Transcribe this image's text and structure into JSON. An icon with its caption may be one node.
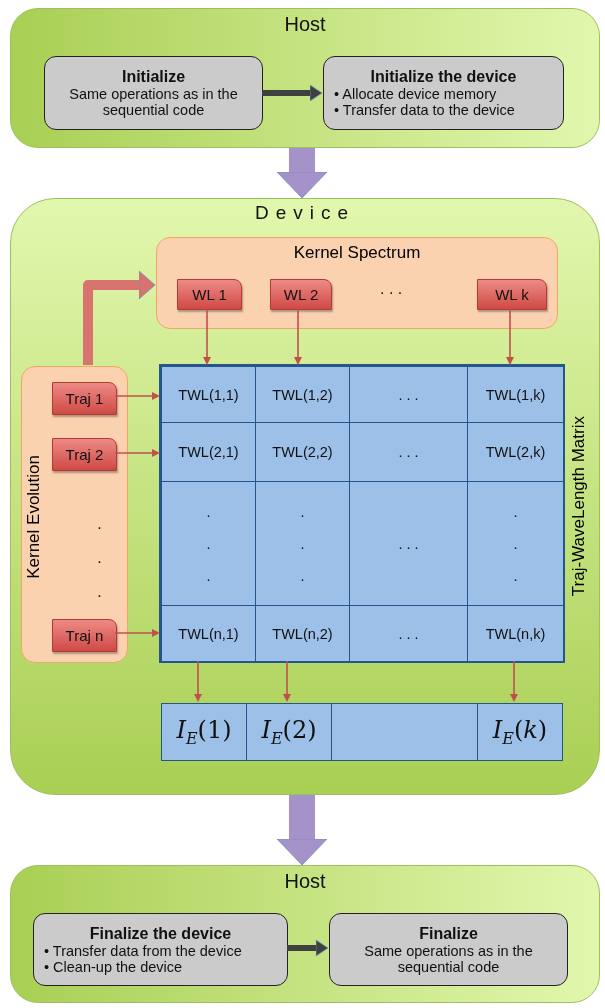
{
  "diagram": {
    "nodes": [
      {
        "text": [
          "Host"
        ]
      },
      {
        "text": [
          "Initialize",
          "Same operations as in the sequential code"
        ],
        "in": 0
      },
      {
        "text": [
          "Initialize the device",
          "• Allocate device memory",
          "• Transfer data to the device"
        ],
        "in": 0
      },
      {
        "text": [
          "Device"
        ]
      },
      {
        "text": [
          "Kernel Spectrum"
        ],
        "in": 3
      },
      {
        "text": [
          "WL 1"
        ],
        "in": 4
      },
      {
        "text": [
          "WL 2"
        ],
        "in": 4
      },
      {
        "text": [
          "WL k"
        ],
        "in": 4
      },
      {
        "text": [
          "Kernel Evolution"
        ],
        "in": 3
      },
      {
        "text": [
          "Traj 1"
        ],
        "in": 8
      },
      {
        "text": [
          "Traj 2"
        ],
        "in": 8
      },
      {
        "text": [
          "Traj n"
        ],
        "in": 8
      },
      {
        "text": [
          "Traj-WaveLength Matrix"
        ],
        "in": 3
      },
      {
        "text": [
          "TWL(1,1)"
        ],
        "in": 12
      },
      {
        "text": [
          "TWL(1,2)"
        ],
        "in": 12
      },
      {
        "text": [
          ". . ."
        ],
        "in": 12
      },
      {
        "text": [
          "TWL(1,k)"
        ],
        "in": 12
      },
      {
        "text": [
          "TWL(2,1)"
        ],
        "in": 12
      },
      {
        "text": [
          "TWL(2,2)"
        ],
        "in": 12
      },
      {
        "text": [
          ". . ."
        ],
        "in": 12
      },
      {
        "text": [
          "TWL(2,k)"
        ],
        "in": 12
      },
      {
        "text": [
          ". . ."
        ],
        "in": 12
      },
      {
        "text": [
          ". . ."
        ],
        "in": 12
      },
      {
        "text": [
          ". . ."
        ],
        "in": 12
      },
      {
        "text": [
          ". . ."
        ],
        "in": 12
      },
      {
        "text": [
          "TWL(n,1)"
        ],
        "in": 12
      },
      {
        "text": [
          "TWL(n,2)"
        ],
        "in": 12
      },
      {
        "text": [
          ". . ."
        ],
        "in": 12
      },
      {
        "text": [
          "TWL(n,k)"
        ],
        "in": 12
      },
      {
        "text": [
          "*I*$_{E}$(1)"
        ],
        "in": 3
      },
      {
        "text": [
          "*I*$_{E}$(2)"
        ],
        "in": 3
      },
      {
        "text": [],
        "shape": "box",
        "in": 3
      },
      {
        "text": [
          "*I*$_{E}$(*k*)"
        ],
        "in": 3
      },
      {
        "text": [
          "Host"
        ]
      },
      {
        "text": [
          "Finalize the device",
          "• Transfer data from the device",
          "• Clean-up the device"
        ],
        "in": 33
      },
      {
        "text": [
          "Finalize",
          "Same operations as in the  sequential code"
        ],
        "in": 33
      }
    ],
    "edges": [
      {
        "from": 1,
        "to": 2,
        "arrow": "to",
        "style": "thick",
        "color": "#404040"
      },
      {
        "from": 0,
        "to": 3,
        "arrow": "to",
        "style": "thick",
        "color": "#a592c8"
      },
      {
        "from": 8,
        "to": 4,
        "arrow": "to",
        "style": "thick",
        "color": "#d9736f"
      },
      {
        "from": 5,
        "to": 13,
        "arrow": "to"
      },
      {
        "from": 6,
        "to": 14,
        "arrow": "to"
      },
      {
        "from": 7,
        "to": 16,
        "arrow": "to"
      },
      {
        "from": 9,
        "to": 13,
        "arrow": "to"
      },
      {
        "from": 10,
        "to": 17,
        "arrow": "to"
      },
      {
        "from": 11,
        "to": 25,
        "arrow": "to"
      },
      {
        "from": 25,
        "to": 29,
        "arrow": "to"
      },
      {
        "from": 26,
        "to": 30,
        "arrow": "to"
      },
      {
        "from": 28,
        "to": 32,
        "arrow": "to"
      },
      {
        "from": 3,
        "to": 33,
        "arrow": "to",
        "style": "thick",
        "color": "#a592c8"
      },
      {
        "from": 34,
        "to": 35,
        "arrow": "to",
        "style": "thick",
        "color": "#404040"
      }
    ],
    "labels": [
      ". . .",
      ". . ."
    ]
  }
}
